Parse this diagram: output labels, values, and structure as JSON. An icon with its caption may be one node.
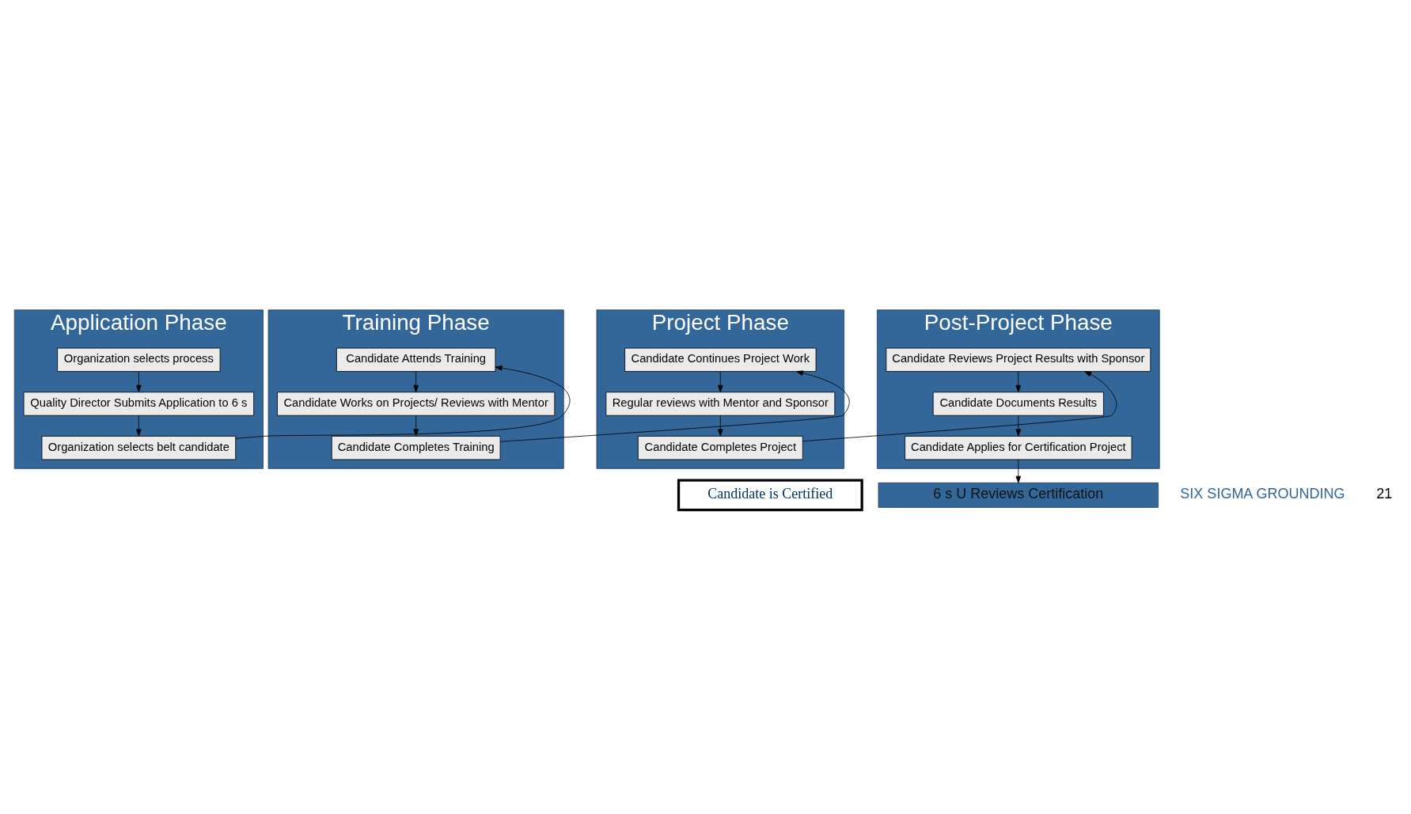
{
  "diagram": {
    "nodes": [
      {
        "text": [
          "Application Phase"
        ]
      },
      {
        "text": [
          "Organization selects process"
        ],
        "in": 0
      },
      {
        "text": [
          "Quality Director Submits Application to 6 s"
        ],
        "in": 0
      },
      {
        "text": [
          "Organization selects belt candidate"
        ],
        "in": 0
      },
      {
        "text": [
          "Training Phase"
        ]
      },
      {
        "text": [
          "Candidate Attends Training"
        ],
        "in": 4
      },
      {
        "text": [
          "Candidate Works on Projects/ Reviews with Mentor"
        ],
        "in": 4
      },
      {
        "text": [
          "Candidate Completes Training"
        ],
        "in": 4
      },
      {
        "text": [
          "Project Phase"
        ]
      },
      {
        "text": [
          "Candidate Continues Project Work"
        ],
        "in": 8
      },
      {
        "text": [
          "Regular reviews with Mentor and Sponsor"
        ],
        "in": 8
      },
      {
        "text": [
          "Candidate Completes Project"
        ],
        "in": 8
      },
      {
        "text": [
          "Post-Project Phase"
        ]
      },
      {
        "text": [
          "Candidate Reviews Project Results with Sponsor"
        ],
        "in": 12
      },
      {
        "text": [
          "Candidate Documents Results"
        ],
        "in": 12
      },
      {
        "text": [
          "Candidate Applies for Certification Project"
        ],
        "in": 12
      },
      {
        "text": [
          "6 s U Reviews Certification"
        ]
      },
      {
        "text": [
          "Candidate is Certified"
        ]
      }
    ],
    "edges": [
      {
        "from": 1,
        "to": 2,
        "arrow": "to"
      },
      {
        "from": 2,
        "to": 3,
        "arrow": "to"
      },
      {
        "from": 3,
        "to": 5,
        "arrow": "to"
      },
      {
        "from": 5,
        "to": 6,
        "arrow": "to"
      },
      {
        "from": 6,
        "to": 7,
        "arrow": "to"
      },
      {
        "from": 7,
        "to": 9,
        "arrow": "to"
      },
      {
        "from": 9,
        "to": 10,
        "arrow": "to"
      },
      {
        "from": 10,
        "to": 11,
        "arrow": "to"
      },
      {
        "from": 11,
        "to": 13,
        "arrow": "to"
      },
      {
        "from": 13,
        "to": 14,
        "arrow": "to"
      },
      {
        "from": 14,
        "to": 15,
        "arrow": "to"
      },
      {
        "from": 15,
        "to": 16,
        "arrow": "to"
      }
    ],
    "labels": [
      "SIX SIGMA GROUNDING",
      "21"
    ]
  }
}
